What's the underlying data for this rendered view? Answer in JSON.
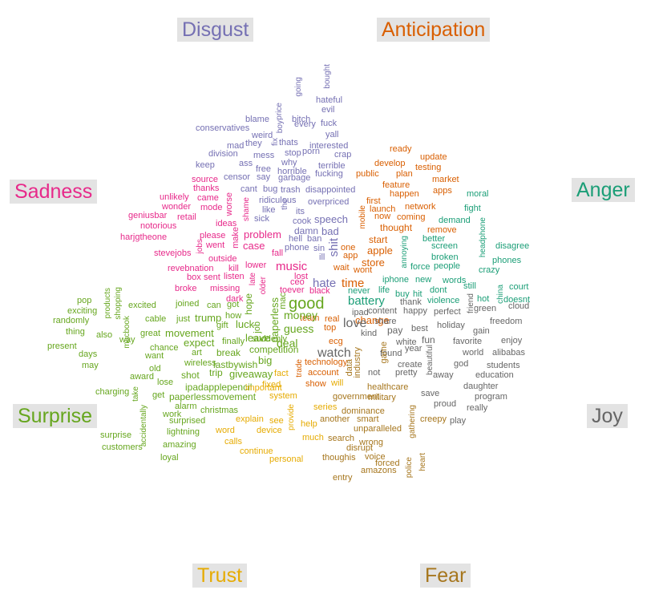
{
  "chart_data": {
    "type": "comparison word cloud",
    "categories": [
      {
        "name": "Disgust",
        "color": "#7570b3",
        "words": [
          "bought",
          "hateful",
          "evil",
          "going",
          "bitch",
          "price",
          "blame",
          "every",
          "fuck",
          "boy",
          "conservatives",
          "weird",
          "yall",
          "fix",
          "mad",
          "they",
          "thats",
          "interested",
          "division",
          "mess",
          "stop",
          "porn",
          "crap",
          "keep",
          "ass",
          "why",
          "terrible",
          "free",
          "horrible",
          "fucking",
          "censor",
          "say",
          "garbage",
          "cant",
          "bug",
          "trash",
          "disappointed",
          "ridiculous",
          "overpriced",
          "like",
          "the",
          "its",
          "sick",
          "cook",
          "speech",
          "damn",
          "bad",
          "hell",
          "ban",
          "phone",
          "sin",
          "ill",
          "shit",
          "hate"
        ]
      },
      {
        "name": "Anticipation",
        "color": "#d95f02",
        "words": [
          "ready",
          "update",
          "develop",
          "testing",
          "public",
          "plan",
          "market",
          "feature",
          "apps",
          "happen",
          "first",
          "launch",
          "network",
          "now",
          "coming",
          "mobile",
          "thought",
          "remove",
          "start",
          "apple",
          "one",
          "app",
          "store",
          "wait",
          "wont",
          "time",
          "real",
          "top",
          "team",
          "change",
          "ecg",
          "show",
          "account",
          "technology",
          "trade"
        ]
      },
      {
        "name": "Sadness",
        "color": "#e7298a",
        "words": [
          "source",
          "thanks",
          "unlikely",
          "came",
          "worse",
          "wonder",
          "mode",
          "geniusbar",
          "retail",
          "shame",
          "notorious",
          "ideas",
          "harjgtheone",
          "please",
          "make",
          "jobs",
          "problem",
          "case",
          "stevejobs",
          "went",
          "outside",
          "fall",
          "lower",
          "revebnation",
          "kill",
          "box",
          "sent",
          "listen",
          "music",
          "lost",
          "ceo",
          "toever",
          "black",
          "broke",
          "missing",
          "older",
          "dark",
          "late"
        ]
      },
      {
        "name": "Anger",
        "color": "#1b9e77",
        "words": [
          "moral",
          "fight",
          "demand",
          "headphone",
          "better",
          "screen",
          "disagree",
          "broken",
          "phones",
          "annoying",
          "force",
          "people",
          "crazy",
          "iphone",
          "new",
          "words",
          "life",
          "buy",
          "hit",
          "dont",
          "still",
          "never",
          "violence",
          "china",
          "court",
          "battery",
          "hot",
          "doesnt"
        ]
      },
      {
        "name": "Surprise",
        "color": "#66a61e",
        "words": [
          "pop",
          "products",
          "exciting",
          "shopping",
          "excited",
          "joined",
          "can",
          "got",
          "randomly",
          "cable",
          "just",
          "trump",
          "how",
          "hope",
          "thing",
          "also",
          "great",
          "movement",
          "gift",
          "luck",
          "macbook",
          "present",
          "chance",
          "expect",
          "finally",
          "suddenly",
          "way",
          "want",
          "art",
          "break",
          "competition",
          "days",
          "may",
          "old",
          "wireless",
          "lastbywish",
          "big",
          "award",
          "lose",
          "shot",
          "trip",
          "giveaway",
          "charging",
          "take",
          "get",
          "ipadapplepencil",
          "paperlessmovement",
          "alarm",
          "christmas",
          "work",
          "surprised",
          "accidentally",
          "lightning",
          "surprise",
          "customers",
          "amazing",
          "loyal",
          "good",
          "money",
          "guess",
          "deal",
          "leave",
          "job",
          "paperless",
          "mac"
        ]
      },
      {
        "name": "Joy",
        "color": "#666666",
        "words": [
          "ipad",
          "content",
          "happy",
          "perfect",
          "green",
          "friend",
          "thank",
          "cloud",
          "love",
          "share",
          "pay",
          "best",
          "holiday",
          "freedom",
          "kind",
          "gain",
          "fun",
          "white",
          "year",
          "favorite",
          "enjoy",
          "found",
          "beautiful",
          "world",
          "alibabas",
          "create",
          "god",
          "students",
          "pretty",
          "away",
          "education",
          "daughter",
          "save",
          "program",
          "proud",
          "really",
          "play",
          "watch",
          "not"
        ]
      },
      {
        "name": "Trust",
        "color": "#e6ab02",
        "words": [
          "fact",
          "important",
          "explain",
          "system",
          "see",
          "help",
          "device",
          "word",
          "calls",
          "continue",
          "personal",
          "much",
          "provide",
          "fixed",
          "will",
          "series"
        ]
      },
      {
        "name": "Fear",
        "color": "#a6761d",
        "words": [
          "data",
          "industry",
          "game",
          "healthcare",
          "government",
          "military",
          "dominance",
          "another",
          "smart",
          "gathering",
          "creepy",
          "unparalleled",
          "search",
          "wrong",
          "disrupt",
          "thoughis",
          "voice",
          "forced",
          "police",
          "heart",
          "amazons",
          "entry"
        ]
      }
    ]
  }
}
